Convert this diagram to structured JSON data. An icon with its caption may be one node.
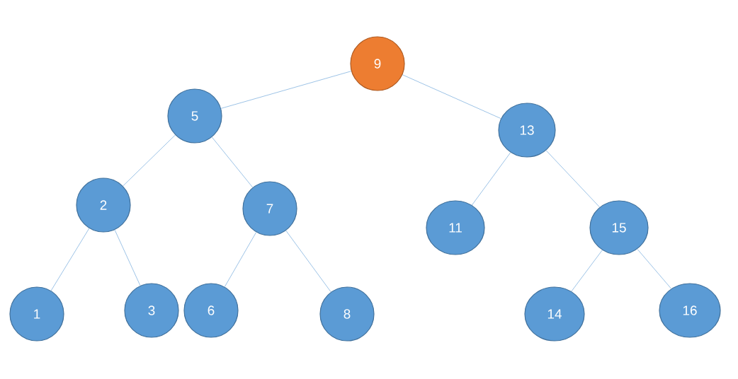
{
  "diagram": {
    "nodes": [
      {
        "text": [
          "9"
        ]
      },
      {
        "text": [
          "5"
        ]
      },
      {
        "text": [
          "13"
        ]
      },
      {
        "text": [
          "2"
        ]
      },
      {
        "text": [
          "7"
        ]
      },
      {
        "text": [
          "11"
        ]
      },
      {
        "text": [
          "15"
        ]
      },
      {
        "text": [
          "1"
        ]
      },
      {
        "text": [
          "3"
        ]
      },
      {
        "text": [
          "6"
        ]
      },
      {
        "text": [
          "8"
        ]
      },
      {
        "text": [
          "14"
        ]
      },
      {
        "text": [
          "16"
        ]
      }
    ],
    "edges": [
      {
        "from": 0,
        "to": 1,
        "arrow": "none"
      },
      {
        "from": 0,
        "to": 2,
        "arrow": "none"
      },
      {
        "from": 1,
        "to": 3,
        "arrow": "none"
      },
      {
        "from": 1,
        "to": 4,
        "arrow": "none"
      },
      {
        "from": 2,
        "to": 5,
        "arrow": "none"
      },
      {
        "from": 2,
        "to": 6,
        "arrow": "none"
      },
      {
        "from": 3,
        "to": 7,
        "arrow": "none"
      },
      {
        "from": 3,
        "to": 8,
        "arrow": "none"
      },
      {
        "from": 4,
        "to": 9,
        "arrow": "none"
      },
      {
        "from": 4,
        "to": 10,
        "arrow": "none"
      },
      {
        "from": 6,
        "to": 11,
        "arrow": "none"
      },
      {
        "from": 6,
        "to": 12,
        "arrow": "none"
      }
    ]
  }
}
